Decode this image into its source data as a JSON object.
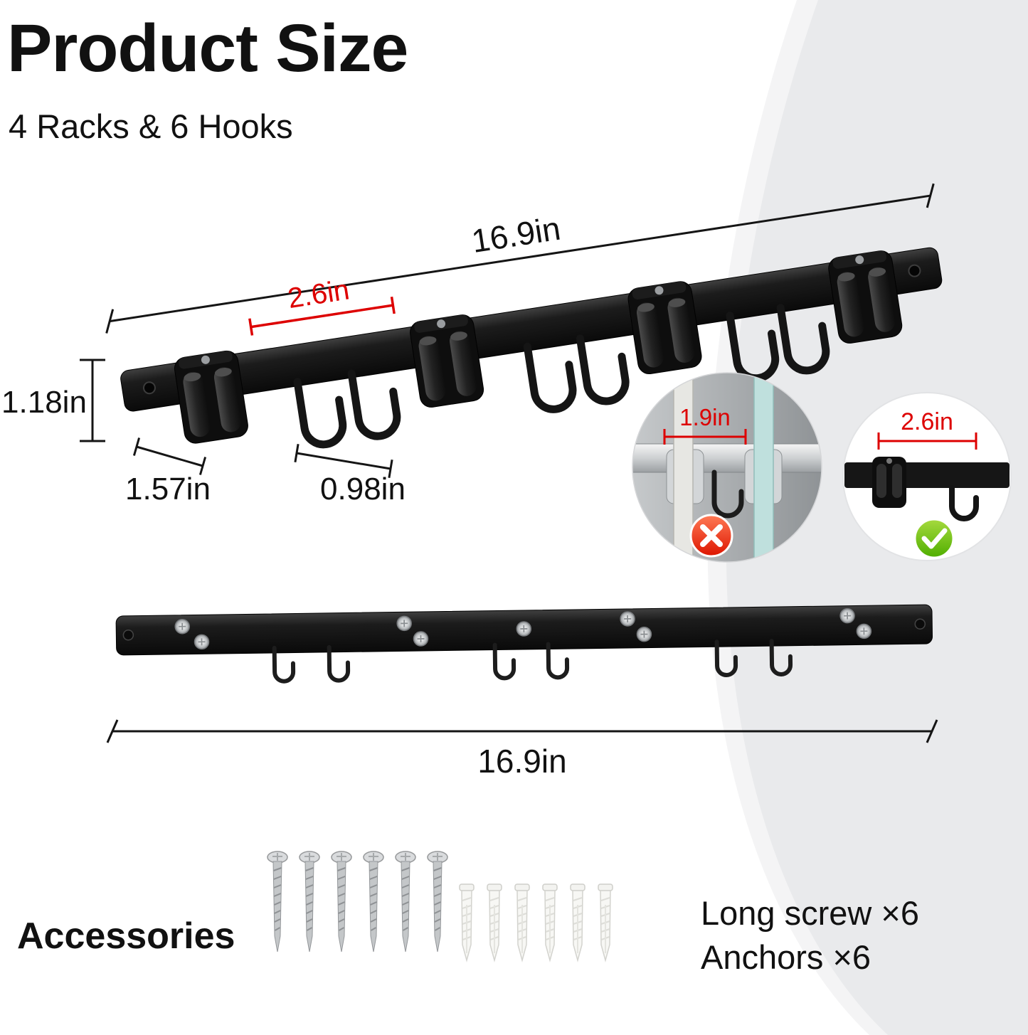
{
  "header": {
    "title": "Product Size",
    "subtitle": "4 Racks & 6 Hooks"
  },
  "main_diagram": {
    "total_length": "16.9in",
    "hook_spacing": "2.6in",
    "bar_height": "1.18in",
    "rack_width": "1.57in",
    "hook_width": "0.98in"
  },
  "comparison": {
    "wrong": {
      "spacing": "1.9in",
      "icon": "x-mark"
    },
    "right": {
      "spacing": "2.6in",
      "icon": "check-mark"
    }
  },
  "flat_diagram": {
    "total_length": "16.9in"
  },
  "accessories": {
    "label": "Accessories",
    "long_screw_label": "Long screw ×6",
    "anchors_label": "Anchors ×6",
    "screw_count": 6,
    "anchor_count": 6
  },
  "colors": {
    "accent_red": "#dd0000",
    "badge_red": "#e32400",
    "badge_green": "#5fb70e",
    "rack_black": "#111111",
    "background_gray": "#e9eaec"
  }
}
